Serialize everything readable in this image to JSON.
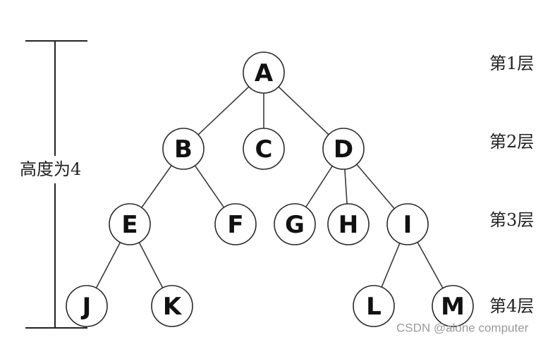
{
  "tree": {
    "nodes": [
      {
        "id": "A",
        "label": "A"
      },
      {
        "id": "B",
        "label": "B"
      },
      {
        "id": "C",
        "label": "C"
      },
      {
        "id": "D",
        "label": "D"
      },
      {
        "id": "E",
        "label": "E"
      },
      {
        "id": "F",
        "label": "F"
      },
      {
        "id": "G",
        "label": "G"
      },
      {
        "id": "H",
        "label": "H"
      },
      {
        "id": "I",
        "label": "I"
      },
      {
        "id": "J",
        "label": "J"
      },
      {
        "id": "K",
        "label": "K"
      },
      {
        "id": "L",
        "label": "L"
      },
      {
        "id": "M",
        "label": "M"
      }
    ],
    "edges": [
      [
        "A",
        "B"
      ],
      [
        "A",
        "C"
      ],
      [
        "A",
        "D"
      ],
      [
        "B",
        "E"
      ],
      [
        "B",
        "F"
      ],
      [
        "D",
        "G"
      ],
      [
        "D",
        "H"
      ],
      [
        "D",
        "I"
      ],
      [
        "E",
        "J"
      ],
      [
        "E",
        "K"
      ],
      [
        "I",
        "L"
      ],
      [
        "I",
        "M"
      ]
    ]
  },
  "levels": [
    "第1层",
    "第2层",
    "第3层",
    "第4层"
  ],
  "height_label": "高度为4",
  "watermark": "CSDN @alone computer"
}
